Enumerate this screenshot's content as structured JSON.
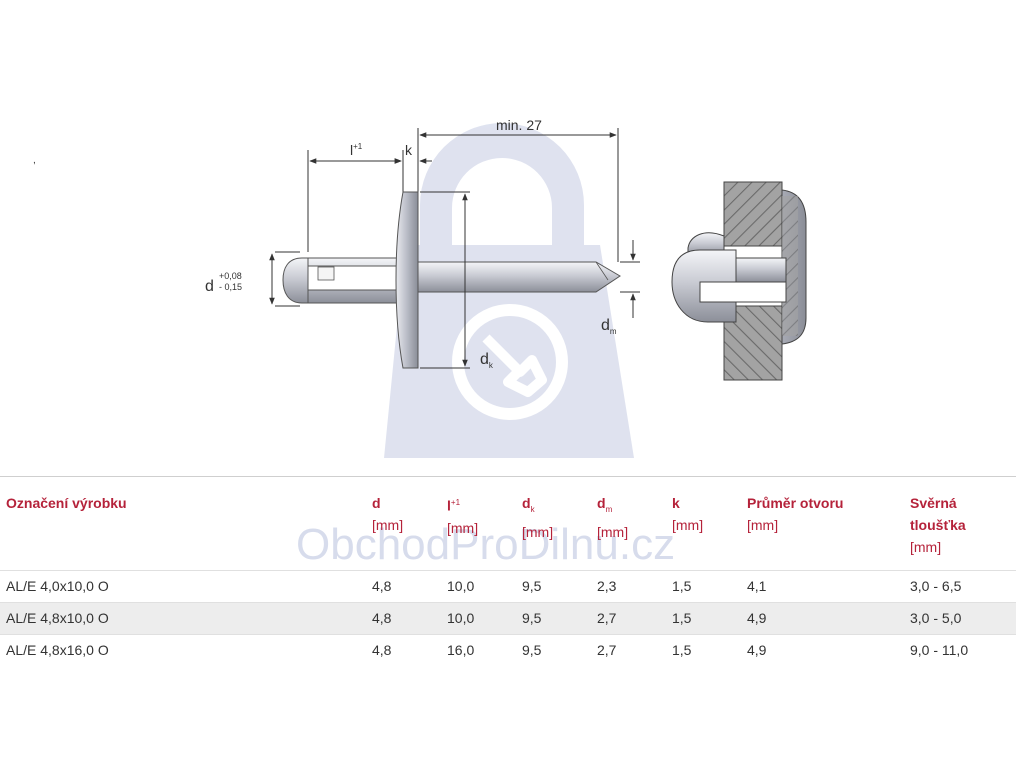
{
  "drawing": {
    "dim_min": "min. 27",
    "dim_l": "l",
    "dim_l_sup": "+1",
    "dim_k": "k",
    "dim_d": "d",
    "dim_d_tol_upper": "+0,08",
    "dim_d_tol_lower": "- 0,15",
    "dim_dk": "d",
    "dim_dk_sub": "k",
    "dim_dm": "d",
    "dim_dm_sub": "m",
    "stray_mark": ","
  },
  "watermark": {
    "text": "ObchodProDilnu.cz"
  },
  "table": {
    "headers": [
      {
        "label": "Označení výrobku",
        "unit": ""
      },
      {
        "label": "d",
        "unit": "[mm]"
      },
      {
        "label": "l",
        "sup": "+1",
        "unit": "[mm]"
      },
      {
        "label": "d",
        "sub": "k",
        "unit": "[mm]"
      },
      {
        "label": "d",
        "sub": "m",
        "unit": "[mm]"
      },
      {
        "label": "k",
        "unit": "[mm]"
      },
      {
        "label": "Průměr otvoru",
        "unit": "[mm]"
      },
      {
        "label": "Svěrná tloušťka",
        "unit": "[mm]"
      }
    ],
    "rows": [
      [
        "AL/E 4,0x10,0 O",
        "4,8",
        "10,0",
        "9,5",
        "2,3",
        "1,5",
        "4,1",
        "3,0 - 6,5"
      ],
      [
        "AL/E 4,8x10,0 O",
        "4,8",
        "10,0",
        "9,5",
        "2,7",
        "1,5",
        "4,9",
        "3,0 - 5,0"
      ],
      [
        "AL/E 4,8x16,0 O",
        "4,8",
        "16,0",
        "9,5",
        "2,7",
        "1,5",
        "4,9",
        "9,0 - 11,0"
      ]
    ]
  },
  "colors": {
    "header_red": "#b5223a",
    "watermark": "#d7dcec",
    "row_alt": "#e9e9e9"
  }
}
